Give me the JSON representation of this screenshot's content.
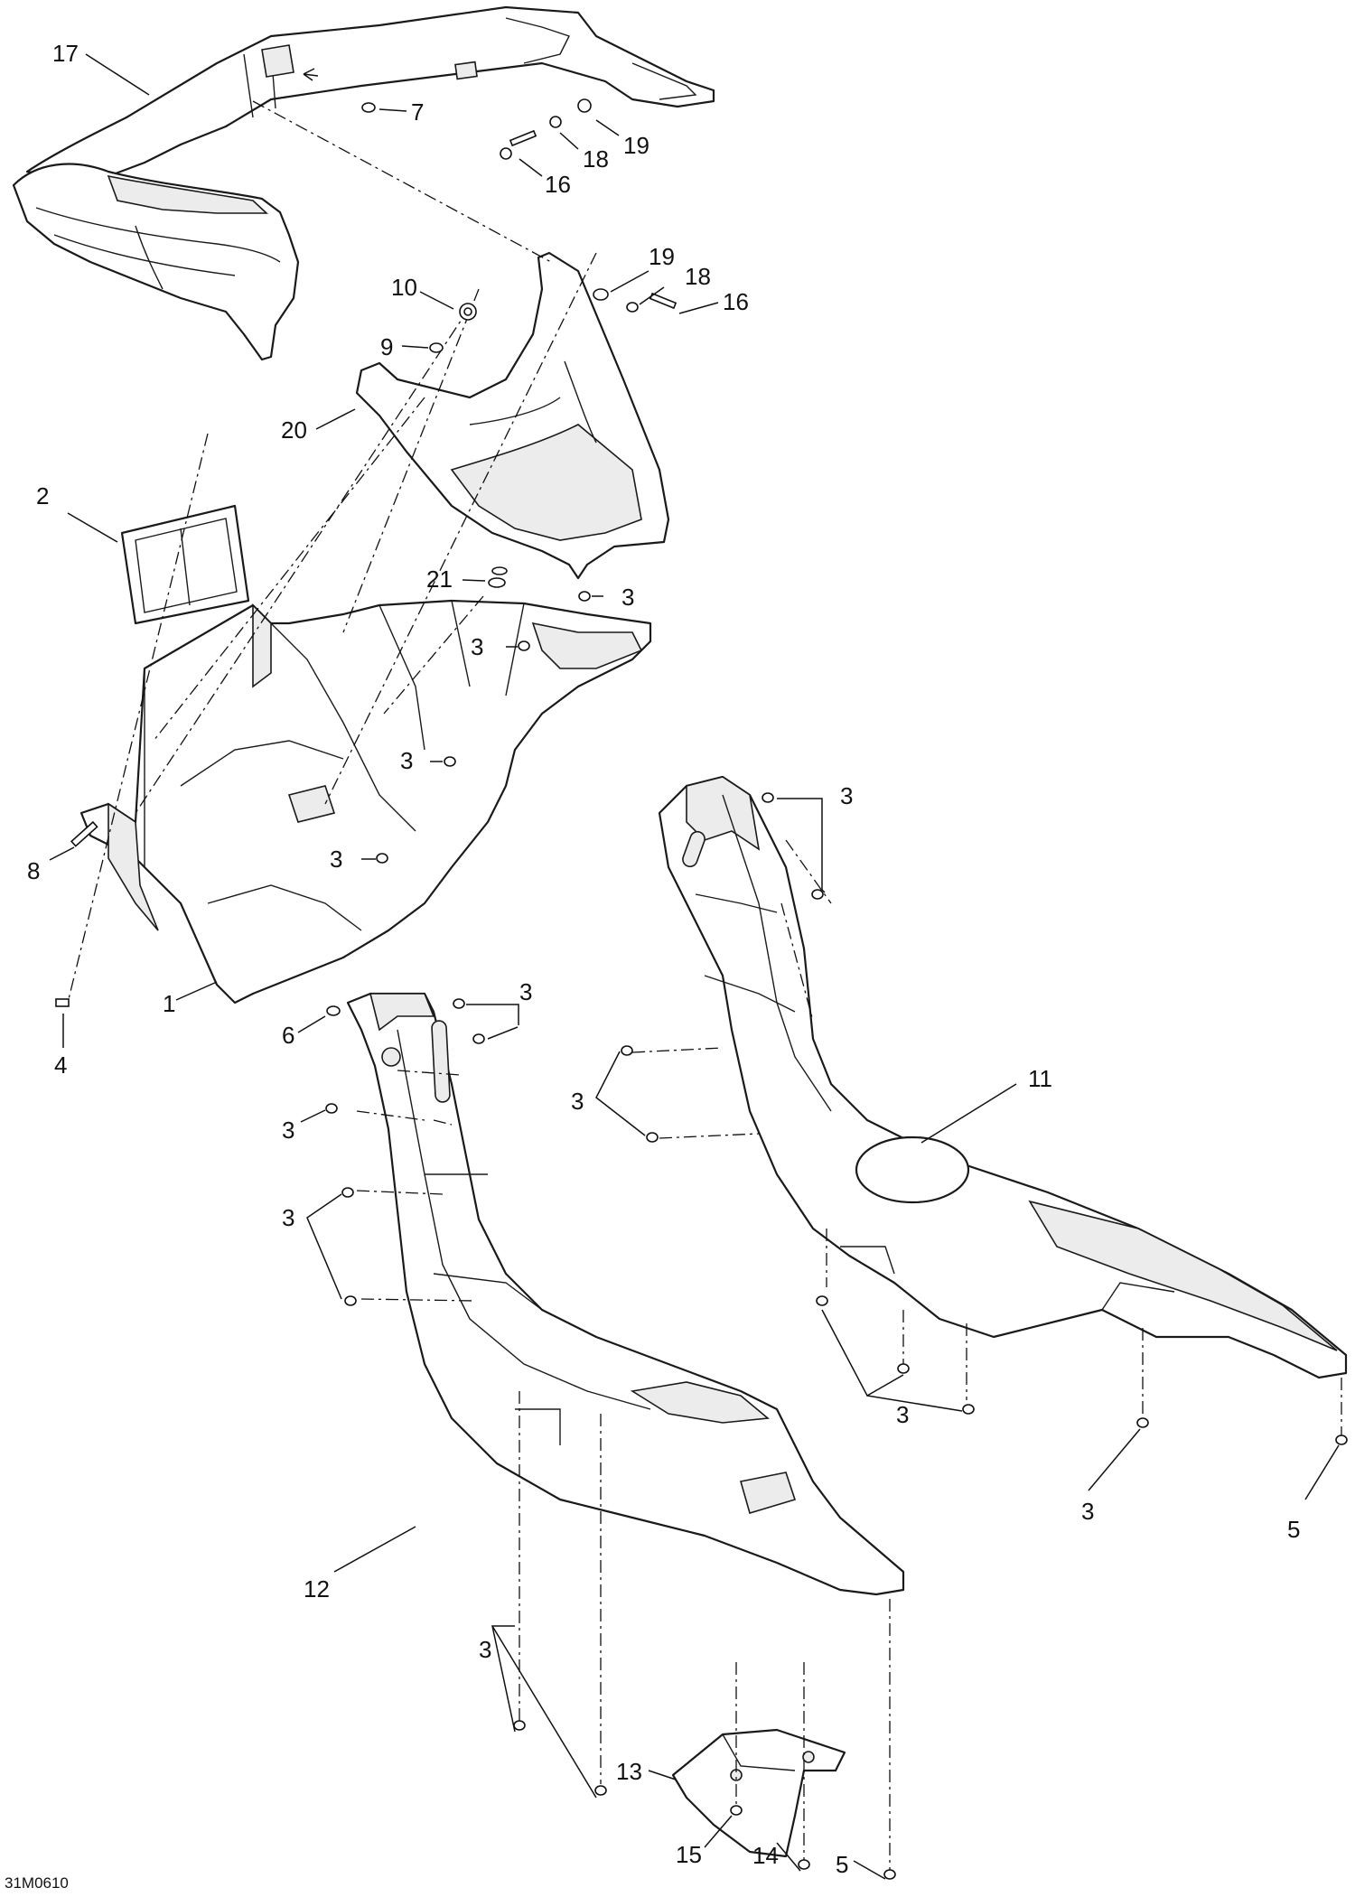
{
  "figure": {
    "reference_code": "31M0610",
    "callouts": [
      {
        "id": "c17",
        "label": "17"
      },
      {
        "id": "c7",
        "label": "7"
      },
      {
        "id": "c19a",
        "label": "19"
      },
      {
        "id": "c18a",
        "label": "18"
      },
      {
        "id": "c16a",
        "label": "16"
      },
      {
        "id": "c10",
        "label": "10"
      },
      {
        "id": "c9",
        "label": "9"
      },
      {
        "id": "c19b",
        "label": "19"
      },
      {
        "id": "c18b",
        "label": "18"
      },
      {
        "id": "c16b",
        "label": "16"
      },
      {
        "id": "c20",
        "label": "20"
      },
      {
        "id": "c2",
        "label": "2"
      },
      {
        "id": "c21",
        "label": "21"
      },
      {
        "id": "c3a",
        "label": "3"
      },
      {
        "id": "c3b",
        "label": "3"
      },
      {
        "id": "c3c",
        "label": "3"
      },
      {
        "id": "c3d",
        "label": "3"
      },
      {
        "id": "c8",
        "label": "8"
      },
      {
        "id": "c1",
        "label": "1"
      },
      {
        "id": "c4",
        "label": "4"
      },
      {
        "id": "c6",
        "label": "6"
      },
      {
        "id": "c3e",
        "label": "3"
      },
      {
        "id": "c3f",
        "label": "3"
      },
      {
        "id": "c3g",
        "label": "3"
      },
      {
        "id": "c3h",
        "label": "3"
      },
      {
        "id": "c3i",
        "label": "3"
      },
      {
        "id": "c11",
        "label": "11"
      },
      {
        "id": "c3j",
        "label": "3"
      },
      {
        "id": "c3k",
        "label": "3"
      },
      {
        "id": "c5a",
        "label": "5"
      },
      {
        "id": "c12",
        "label": "12"
      },
      {
        "id": "c3l",
        "label": "3"
      },
      {
        "id": "c13",
        "label": "13"
      },
      {
        "id": "c15",
        "label": "15"
      },
      {
        "id": "c14",
        "label": "14"
      },
      {
        "id": "c5b",
        "label": "5"
      }
    ]
  }
}
